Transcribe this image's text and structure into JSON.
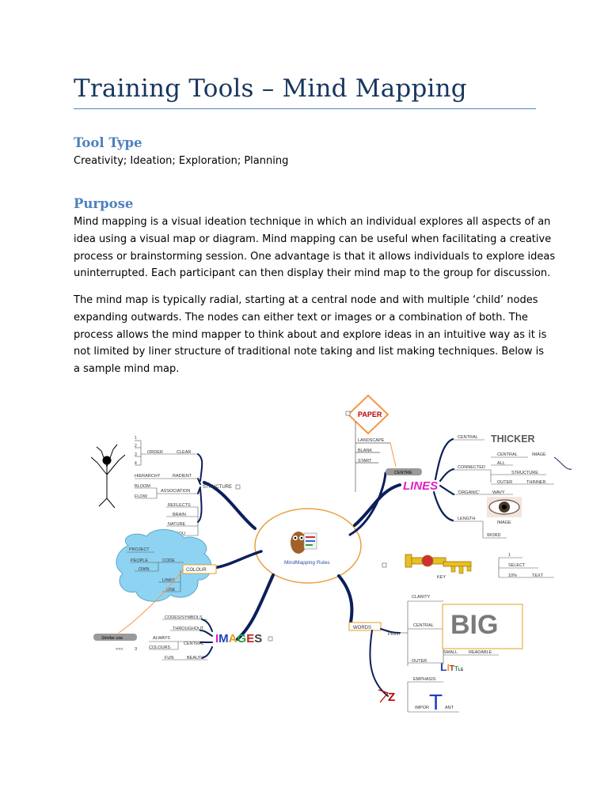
{
  "document": {
    "title": "Training Tools – Mind Mapping",
    "sections": {
      "tool_type": {
        "heading": "Tool Type",
        "text": "Creativity; Ideation; Exploration; Planning"
      },
      "purpose": {
        "heading": "Purpose",
        "para1": [
          "Mind mapping is a visual ideation technique in which an individual explores all aspects of an",
          "idea using a visual map or diagram. Mind mapping can be useful when facilitating a creative",
          "process or brainstorming session. One advantage is that it allows individuals to explore ideas",
          "uninterrupted. Each participant can then display their mind map to the group for discussion."
        ],
        "para2": [
          " The mind map is typically radial, starting at a central node and with multiple ‘child’ nodes",
          "expanding outwards. The nodes can either text or images or a combination of both. The",
          "process allows the mind mapper to think about and explore ideas in an intuitive way as it is",
          "not limited by liner structure of traditional note taking and list making techniques. Below is",
          "a sample mind map."
        ]
      }
    }
  },
  "mind_map": {
    "center": "MindMapping Rules",
    "paper": {
      "label": "PAPER",
      "items": [
        "LANDSCAPE",
        "BLANK",
        "START"
      ],
      "centre": "CENTRE"
    },
    "lines": {
      "label": "LINES",
      "central": "CENTRAL",
      "thicker": "THICKER",
      "connected": "CONNECTED",
      "central2": "CENTRAL",
      "image": "IMAGE",
      "all": "ALL",
      "structure": "STRUCTURE",
      "outer": "OUTER",
      "thinner": "THINNER",
      "organic": "'ORGANIC'",
      "wavy": "WAVY",
      "length": "LENGTH",
      "image2": "IMAGE",
      "word": "WORD"
    },
    "structure": {
      "label": "STRUCTURE",
      "numbers": [
        "1",
        "2",
        "3",
        "4"
      ],
      "order": "ORDER",
      "clear": "CLEAR",
      "hierarchy": "HIERARCHY",
      "radiant": "RADIENT",
      "bloom": "BLOOM",
      "flow": "FLOW",
      "association": "ASSOCIATION",
      "reflects": "REFLECTS",
      "brain": "BRAIN",
      "nature": "NATURE",
      "you": "YOU"
    },
    "colour": {
      "label": "COLOUR",
      "project": "PROJECT",
      "people": "PEOPLE",
      "code": "CODE",
      "own": "OWN",
      "links": "LINKS",
      "use": "USE",
      "similar_use": "Similar use",
      "arrows": "<<<",
      "three": "3"
    },
    "images": {
      "label_parts": [
        "I",
        "M",
        "A",
        "G",
        "E",
        "S"
      ],
      "codes": "CODES/SYMBOLS",
      "throughout": "THROUGHOUT",
      "always": "ALWAYS",
      "central": "CENTRAL",
      "colours": "COLOURS",
      "fun": "FUN",
      "beauty": "BEAUTY"
    },
    "key": {
      "key": "KEY",
      "one": "1",
      "select": "SELECT",
      "ten": "10%",
      "text": "TEXT"
    },
    "words": {
      "label": "WORDS",
      "clarity": "CLARITY",
      "print": "PRINT",
      "central": "CENTRAL",
      "big": "BIG",
      "small": "SMALL",
      "readable": "READABLE",
      "outer": "OUTER",
      "little_parts": [
        "L",
        "I",
        "T",
        "T",
        "LE"
      ],
      "emphasis": "EMPHASIS",
      "z": "Z",
      "impor": "IMPOR",
      "t": "T",
      "ant": "ANT"
    }
  },
  "colors": {
    "title": "#17365d",
    "heading": "#4f81bd",
    "branch": "#0b1f5c",
    "accent_orange": "#f79646",
    "lines_label": "#e020c8",
    "cloud": "#8fd3f2"
  }
}
